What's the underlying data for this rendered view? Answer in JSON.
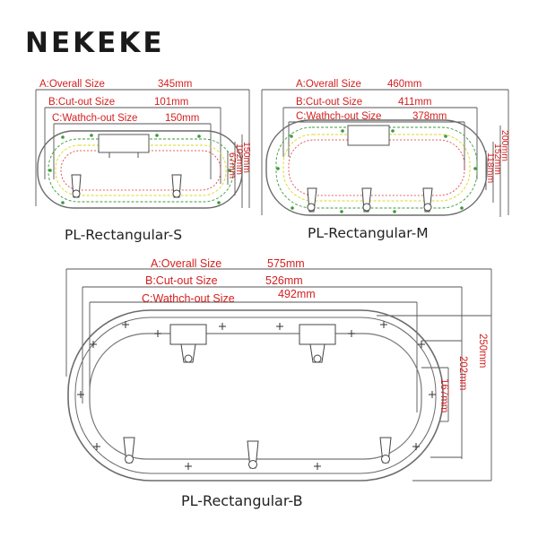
{
  "brand": {
    "logo_text": "NEKEKE"
  },
  "colors": {
    "dimension": "#d42020",
    "outline": "#6b6b6b",
    "guide_green": "#3c9a3c",
    "guide_yellow": "#d8d820",
    "guide_red": "#e03030"
  },
  "models": {
    "small": {
      "caption": "PL-Rectangular-S",
      "labels": {
        "a": "A:Overall Size",
        "b": "B:Cut-out Size",
        "c": "C:Wathch-out Size"
      },
      "a_value": "345mm",
      "b_value": "101mm",
      "c_value": "150mm",
      "h1": "150mm",
      "h2": "102mm",
      "h3": "67mm"
    },
    "medium": {
      "caption": "PL-Rectangular-M",
      "labels": {
        "a": "A:Overall Size",
        "b": "B:Cut-out Size",
        "c": "C:Wathch-out Size"
      },
      "a_value": "460mm",
      "b_value": "411mm",
      "c_value": "378mm",
      "h1": "200mm",
      "h2": "152mm",
      "h3": "118mm"
    },
    "big": {
      "caption": "PL-Rectangular-B",
      "labels": {
        "a": "A:Overall Size",
        "b": "B:Cut-out Size",
        "c": "C:Wathch-out Size"
      },
      "a_value": "575mm",
      "b_value": "526mm",
      "c_value": "492mm",
      "h1": "250mm",
      "h2": "202mm",
      "h3": "167mm"
    }
  }
}
